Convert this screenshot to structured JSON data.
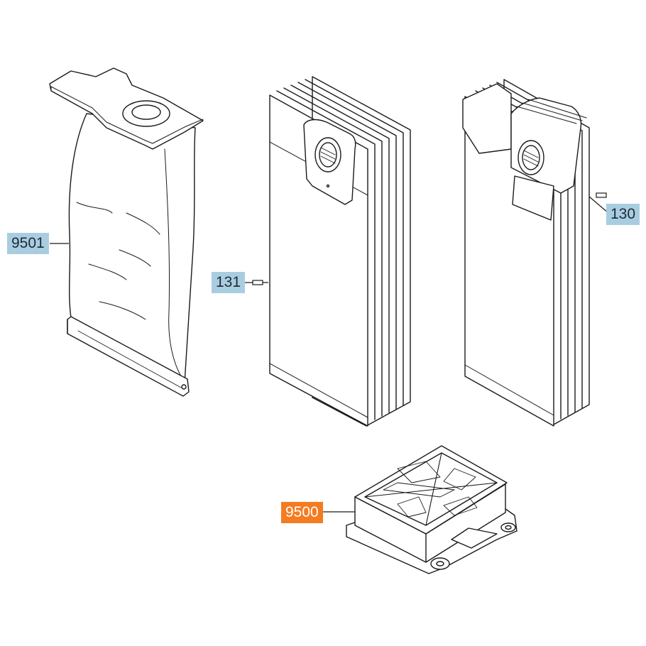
{
  "parts": [
    {
      "id": "bag-9501",
      "label": "9501",
      "highlighted": false
    },
    {
      "id": "bag-stack-131",
      "label": "131",
      "highlighted": false
    },
    {
      "id": "bag-stack-130",
      "label": "130",
      "highlighted": false
    },
    {
      "id": "filter-9500",
      "label": "9500",
      "highlighted": true
    }
  ],
  "colors": {
    "callout_background": "#a9cde0",
    "callout_highlight": "#f47b20",
    "line_art": "#1a1a1a"
  }
}
